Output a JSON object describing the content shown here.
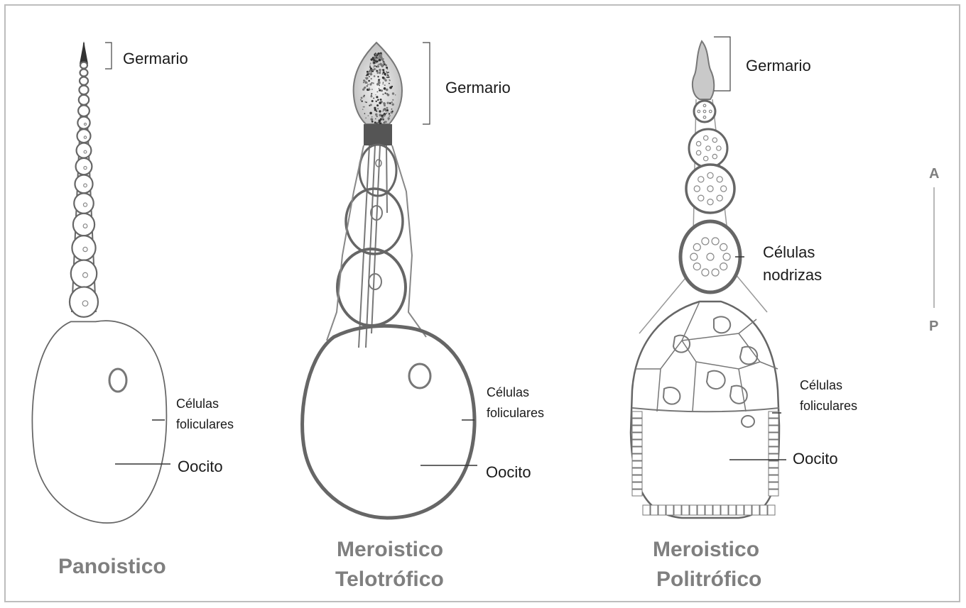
{
  "panels": [
    {
      "title_lines": [
        "Panoistico"
      ],
      "labels": {
        "germarium": "Germario",
        "follicle_cells_1": "Células",
        "follicle_cells_2": "foliculares",
        "oocyte": "Oocito"
      }
    },
    {
      "title_lines": [
        "Meroistico",
        "Telotrófico"
      ],
      "labels": {
        "germarium": "Germario",
        "follicle_cells_1": "Células",
        "follicle_cells_2": "foliculares",
        "oocyte": "Oocito"
      }
    },
    {
      "title_lines": [
        "Meroistico",
        "Politrófico"
      ],
      "labels": {
        "germarium": "Germario",
        "nurse_cells_1": "Células",
        "nurse_cells_2": "nodrizas",
        "follicle_cells_1": "Células",
        "follicle_cells_2": "foliculares",
        "oocyte": "Oocito"
      }
    }
  ],
  "axis": {
    "anterior": "A",
    "posterior": "P"
  },
  "colors": {
    "line": "#555555",
    "title": "#7f7f7f",
    "frame": "#bdbdbd"
  }
}
